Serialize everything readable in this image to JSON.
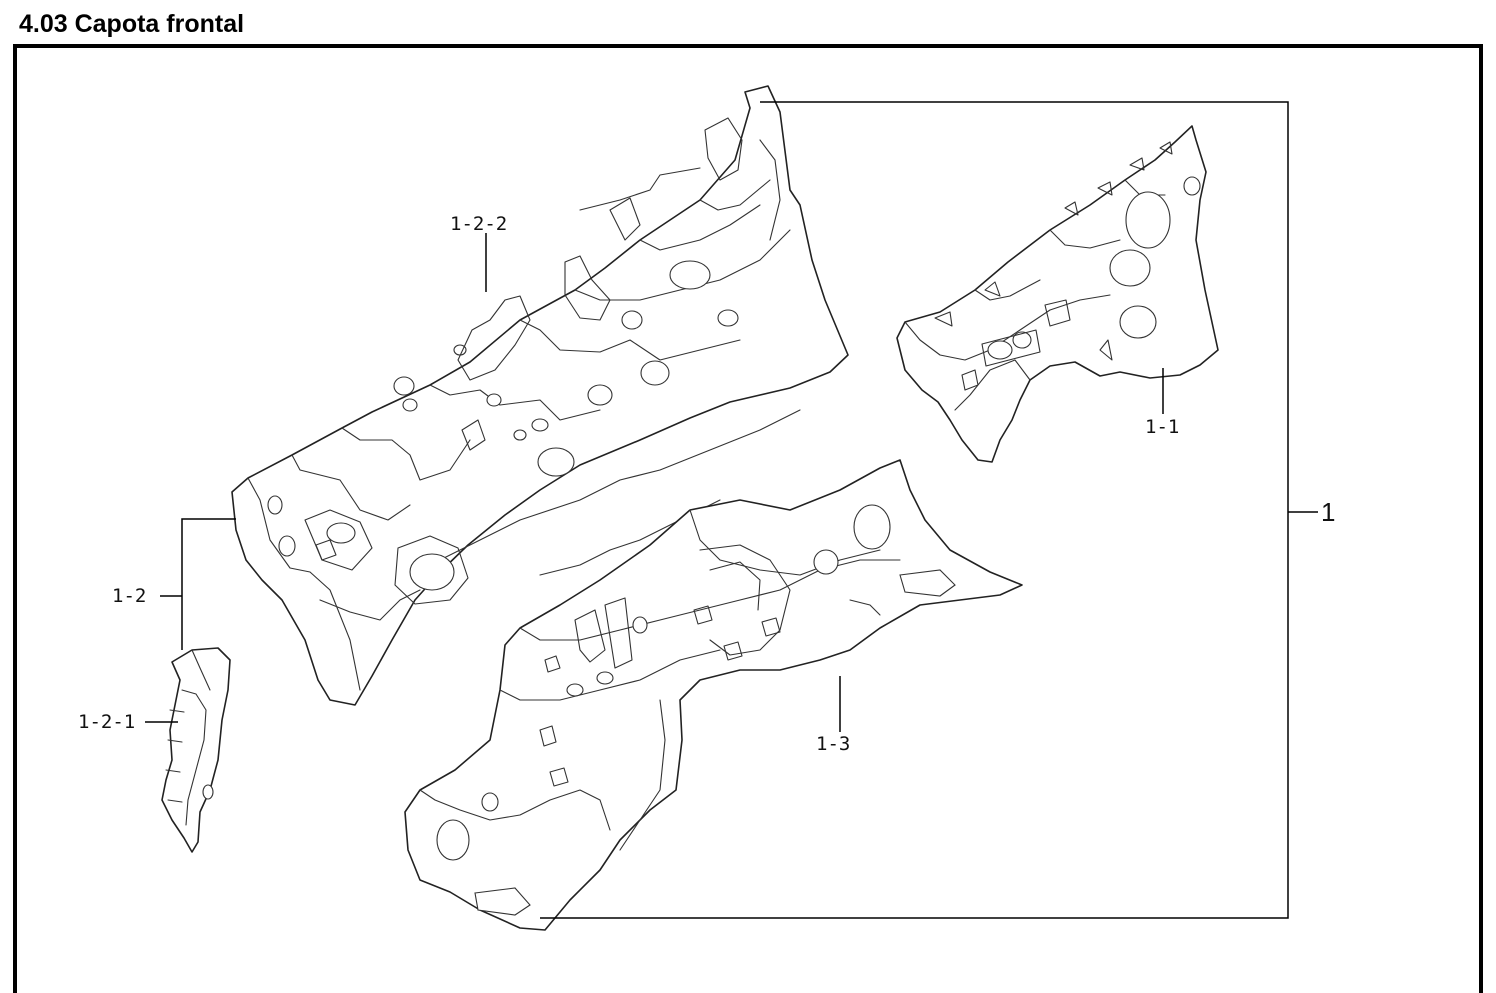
{
  "header": {
    "title": "4.03 Capota frontal"
  },
  "callouts": {
    "c_1_2_2": "1-2-2",
    "c_1_1": "1-1",
    "c_1": "1",
    "c_1_2": "1-2",
    "c_1_2_1": "1-2-1",
    "c_1_3": "1-3"
  },
  "colors": {
    "line": "#000000",
    "background": "#ffffff"
  }
}
